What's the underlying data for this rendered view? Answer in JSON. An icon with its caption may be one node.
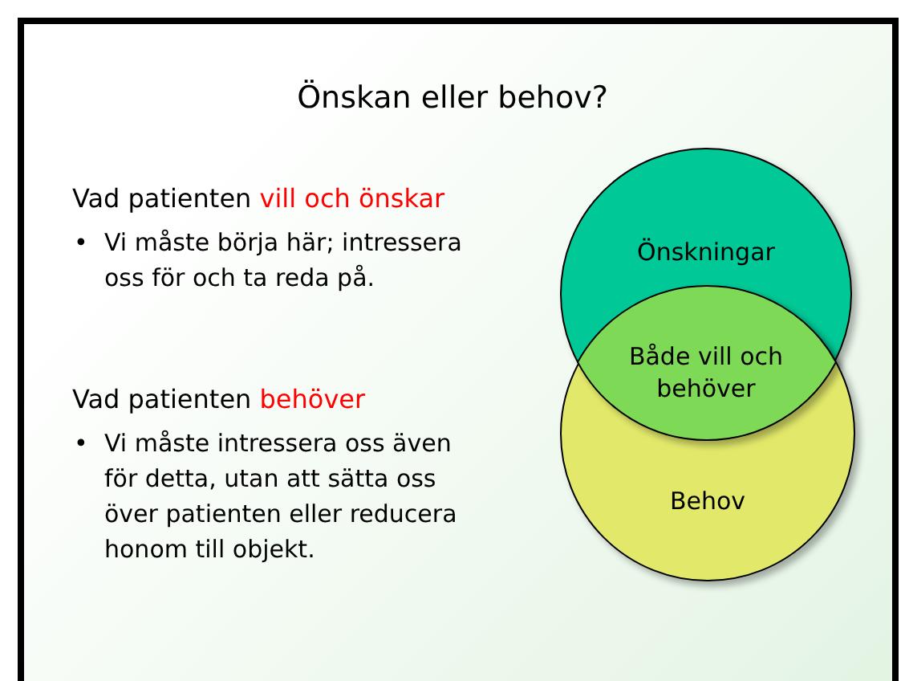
{
  "diagram": {
    "title": "Önskan eller behov?",
    "nodes": [
      {
        "text": [
          "Önskningar"
        ]
      },
      {
        "text": [
          "Både vill och behöver"
        ]
      },
      {
        "text": [
          "Behov"
        ]
      }
    ],
    "labels": [
      "Vad patienten **vill och önskar**",
      "•",
      "Vi måste börja här; intressera oss för och ta reda på.",
      "Vad patienten **behöver**",
      "•",
      "Vi måste intressera oss även för detta, utan att sätta oss över patienten eller reducera honom till objekt."
    ]
  }
}
